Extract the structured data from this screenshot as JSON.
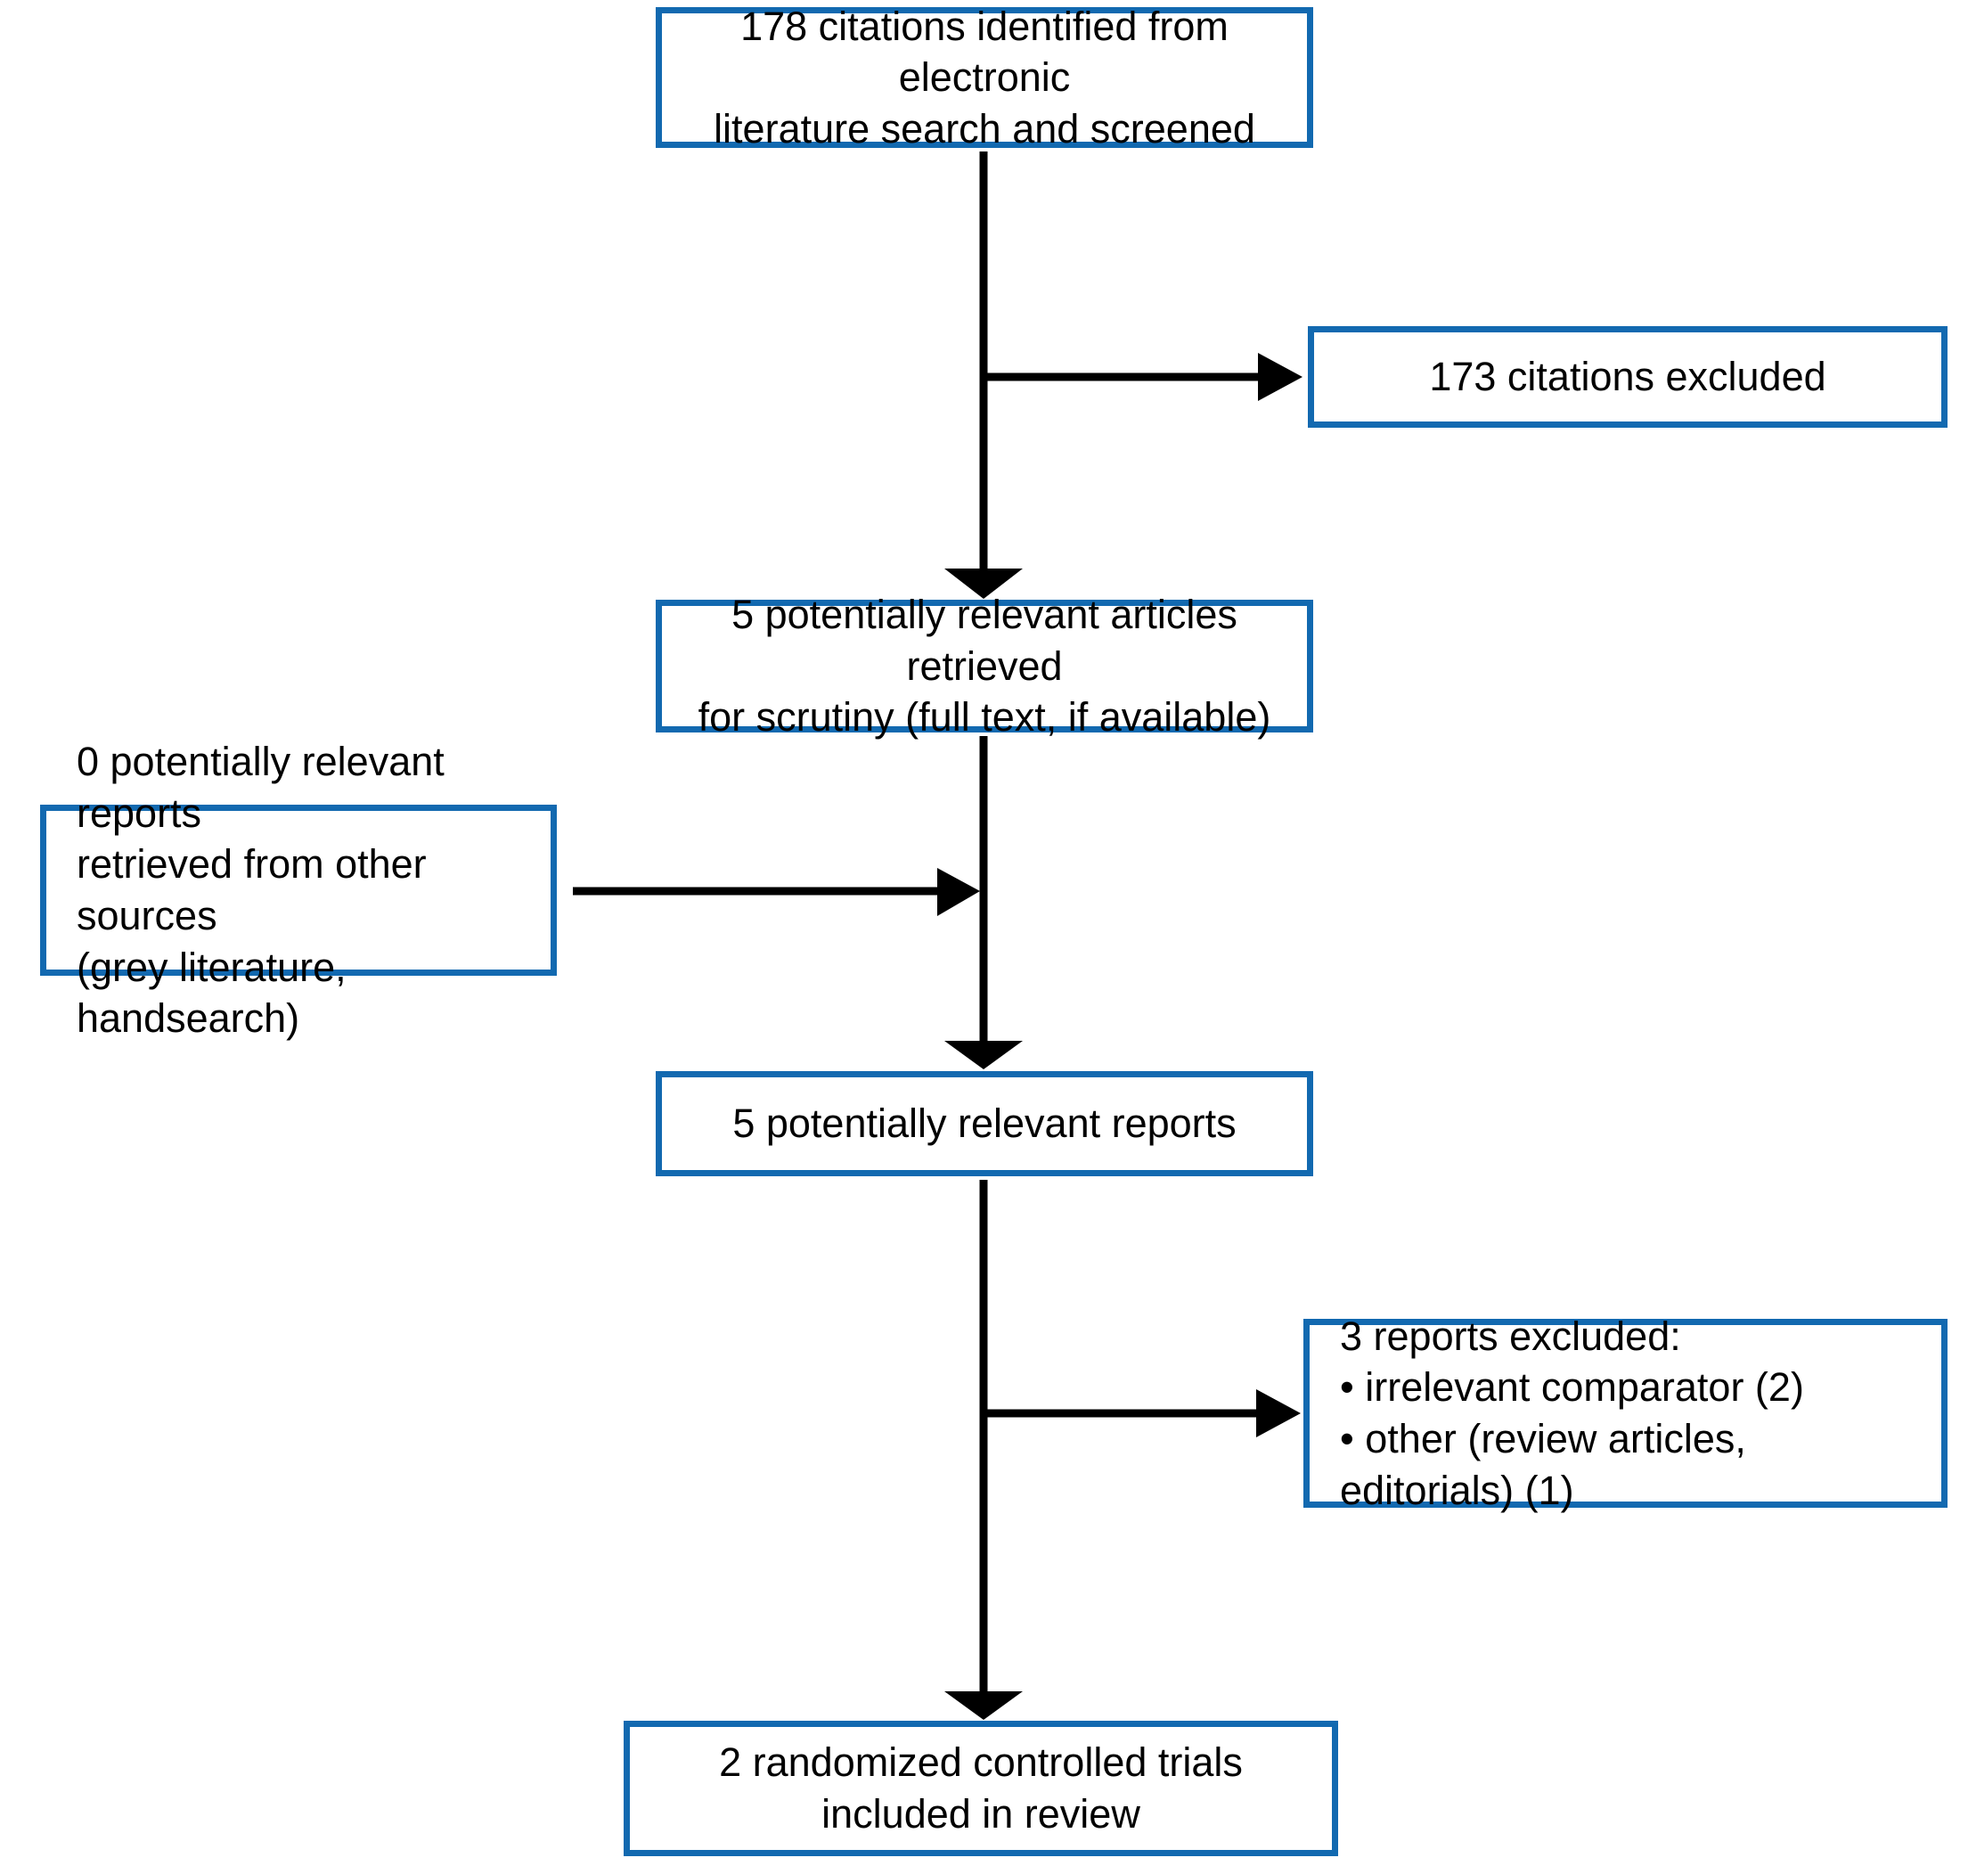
{
  "diagram": {
    "type": "prisma-study-flow-diagram",
    "colors": {
      "box_border": "#1269b0",
      "box_fill": "#ffffff",
      "arrow": "#000000",
      "text": "#000000",
      "background": "#ffffff"
    },
    "nodes": {
      "identified": {
        "id": "citations-identified",
        "count": 178,
        "text": "178 citations identified from electronic\nliterature search and screened"
      },
      "excluded_citations": {
        "id": "citations-excluded",
        "count": 173,
        "text": "173 citations excluded"
      },
      "retrieved": {
        "id": "articles-retrieved",
        "count": 5,
        "text": "5 potentially relevant articles retrieved\nfor scrutiny (full text, if available)"
      },
      "other_sources": {
        "id": "reports-other-sources",
        "count": 0,
        "text": "0 potentially relevant reports\nretrieved from other sources\n(grey literature, handsearch)"
      },
      "reports": {
        "id": "potentially-relevant-reports",
        "count": 5,
        "text": "5 potentially relevant reports"
      },
      "excluded_reports": {
        "id": "reports-excluded",
        "count": 3,
        "text": "3 reports excluded:\n• irrelevant comparator (2)\n• other (review articles, editorials) (1)",
        "heading": "3 reports excluded:",
        "reasons": [
          {
            "label": "irrelevant comparator",
            "count": 2,
            "text": "• irrelevant comparator (2)"
          },
          {
            "label": "other (review articles, editorials)",
            "count": 1,
            "text": "• other (review articles, editorials) (1)"
          }
        ]
      },
      "included": {
        "id": "randomized-controlled-trials-included",
        "count": 2,
        "text": "2 randomized controlled trials\nincluded in review"
      }
    },
    "edges": [
      {
        "from": "identified",
        "to": "retrieved",
        "direction": "down"
      },
      {
        "from": "identified",
        "to": "excluded_citations",
        "direction": "right"
      },
      {
        "from": "retrieved",
        "to": "reports",
        "direction": "down"
      },
      {
        "from": "other_sources",
        "to": "reports",
        "direction": "right"
      },
      {
        "from": "reports",
        "to": "included",
        "direction": "down"
      },
      {
        "from": "reports",
        "to": "excluded_reports",
        "direction": "right"
      }
    ]
  }
}
